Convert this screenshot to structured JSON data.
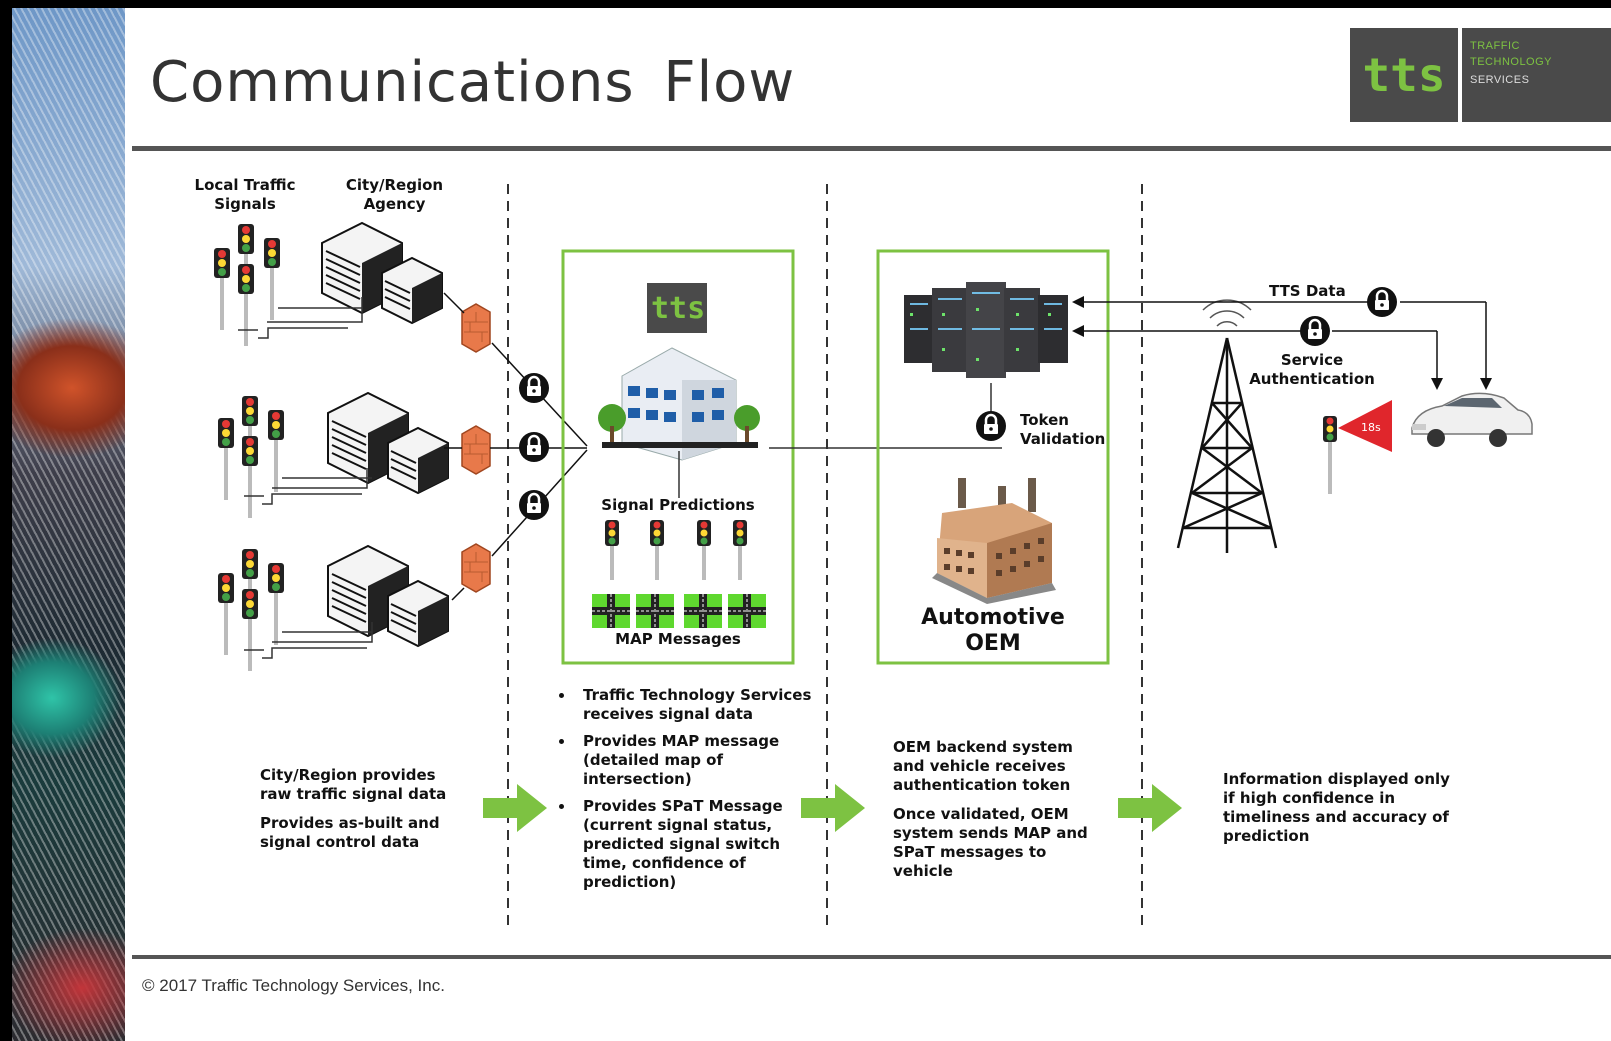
{
  "slide": {
    "title": "Communications  Flow",
    "footer": "© 2017 Traffic Technology Services, Inc."
  },
  "logo": {
    "mark": "tts",
    "line1": "TRAFFIC",
    "line2": "TECHNOLOGY",
    "line3": "SERVICES"
  },
  "column1": {
    "label_signals": "Local Traffic Signals",
    "label_agency": "City/Region Agency",
    "text_1": "City/Region provides raw traffic signal data",
    "text_2": "Provides as-built and signal control data"
  },
  "column2": {
    "logo_mark": "tts",
    "signal_predictions": "Signal Predictions",
    "map_messages": "MAP Messages",
    "bullets": [
      "Traffic Technology Services receives signal data",
      "Provides MAP message (detailed map of intersection)",
      "Provides SPaT Message (current signal status, predicted signal switch time, confidence of prediction)"
    ]
  },
  "column3": {
    "token_validation": "Token Validation",
    "oem_title": "Automotive OEM",
    "text_1": "OEM backend system and vehicle receives authentication token",
    "text_2": "Once validated, OEM system sends MAP and SPaT messages to vehicle"
  },
  "column4": {
    "tts_data": "TTS Data",
    "service_auth": "Service Authentication",
    "countdown": "18s",
    "text_1": "Information displayed only if high confidence in timeliness and accuracy of prediction"
  },
  "colors": {
    "green_box": "#7dc242",
    "arrow_green": "#7dc242",
    "firewall": "#e8794a",
    "countdown_red": "#e0262c"
  }
}
